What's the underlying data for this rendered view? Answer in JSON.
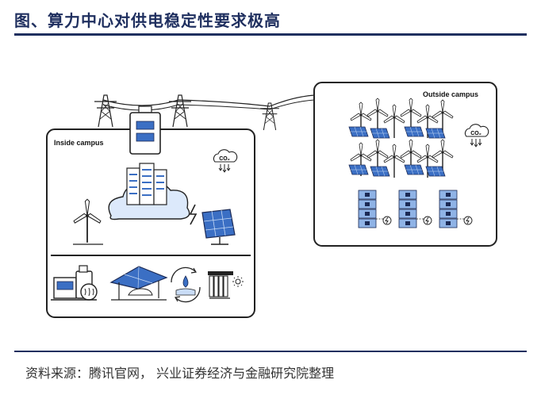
{
  "title": "图、算力中心对供电稳定性要求极高",
  "diagram": {
    "inside_label": "Inside campus",
    "outside_label": "Outside campus",
    "co2_text": "CO₂"
  },
  "source": "资料来源：腾讯官网，  兴业证券经济与金融研究院整理",
  "colors": {
    "accent": "#1f2f5f",
    "panel_blue": "#3b6fc4",
    "light_blue": "#c9dcf6"
  },
  "icons": [
    "power-tower-icon",
    "data-center-icon",
    "cloud-icon",
    "wind-turbine-icon",
    "solar-panel-icon",
    "lightning-icon",
    "co2-cloud-icon",
    "battery-storage-icon",
    "boiler-icon",
    "carport-solar-icon",
    "water-cycle-icon",
    "radiator-icon"
  ]
}
